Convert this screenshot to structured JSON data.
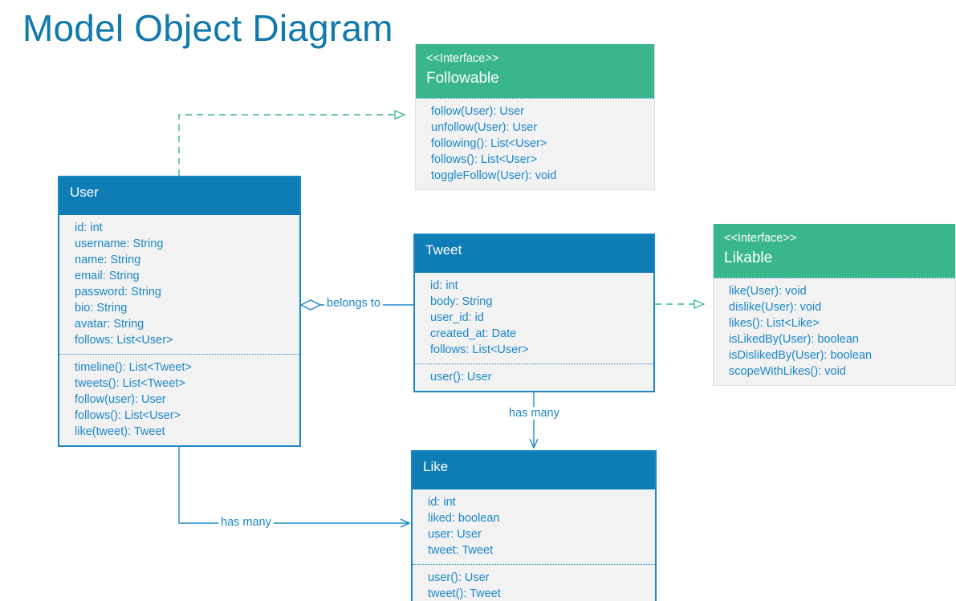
{
  "page": {
    "title": "Model Object Diagram",
    "title_color": "#1179ac"
  },
  "colors": {
    "class_header": "#0e7db5",
    "interface_header": "#3ab68c",
    "body_background": "#f2f2f2",
    "member_text": "#1b87c9",
    "class_border": "#1b87c9",
    "realization_line": "#3ab68c",
    "association_line": "#1b87c9"
  },
  "nodes": {
    "followable": {
      "kind": "interface",
      "stereotype": "<<Interface>>",
      "name": "Followable",
      "attributes": [],
      "methods": [
        "follow(User): User",
        "unfollow(User): User",
        "following(): List<User>",
        "follows(): List<User>",
        "toggleFollow(User): void"
      ]
    },
    "likable": {
      "kind": "interface",
      "stereotype": "<<Interface>>",
      "name": "Likable",
      "attributes": [],
      "methods": [
        "like(User): void",
        "dislike(User): void",
        "likes(): List<Like>",
        "isLikedBy(User): boolean",
        "isDislikedBy(User): boolean",
        "scopeWithLikes(): void"
      ]
    },
    "user": {
      "kind": "class",
      "name": "User",
      "attributes": [
        "id: int",
        "username: String",
        "name: String",
        "email: String",
        "password: String",
        "bio: String",
        "avatar: String",
        "follows: List<User>"
      ],
      "methods": [
        "timeline(): List<Tweet>",
        "tweets(): List<Tweet>",
        "follow(user): User",
        "follows(): List<User>",
        "like(tweet): Tweet"
      ]
    },
    "tweet": {
      "kind": "class",
      "name": "Tweet",
      "attributes": [
        "id: int",
        "body: String",
        "user_id: id",
        "created_at: Date",
        "follows: List<User>"
      ],
      "methods": [
        "user(): User"
      ]
    },
    "like": {
      "kind": "class",
      "name": "Like",
      "attributes": [
        "id: int",
        "liked: boolean",
        "user: User",
        "tweet: Tweet"
      ],
      "methods": [
        "user(): User",
        "tweet(): Tweet"
      ]
    }
  },
  "edges": [
    {
      "id": "user-implements-followable",
      "from": "user",
      "to": "followable",
      "type": "realization",
      "style": "dashed",
      "arrowhead": "hollow-triangle",
      "label": ""
    },
    {
      "id": "tweet-implements-likable",
      "from": "tweet",
      "to": "likable",
      "type": "realization",
      "style": "dashed",
      "arrowhead": "hollow-triangle",
      "label": ""
    },
    {
      "id": "tweet-belongs-to-user",
      "from": "tweet",
      "to": "user",
      "type": "aggregation",
      "style": "solid",
      "arrowhead": "hollow-diamond",
      "label": "belongs to"
    },
    {
      "id": "tweet-has-many-likes",
      "from": "tweet",
      "to": "like",
      "type": "association",
      "style": "solid",
      "arrowhead": "open-arrow",
      "label": "has many"
    },
    {
      "id": "user-has-many-likes",
      "from": "user",
      "to": "like",
      "type": "association",
      "style": "solid",
      "arrowhead": "open-arrow",
      "label": "has many"
    }
  ]
}
